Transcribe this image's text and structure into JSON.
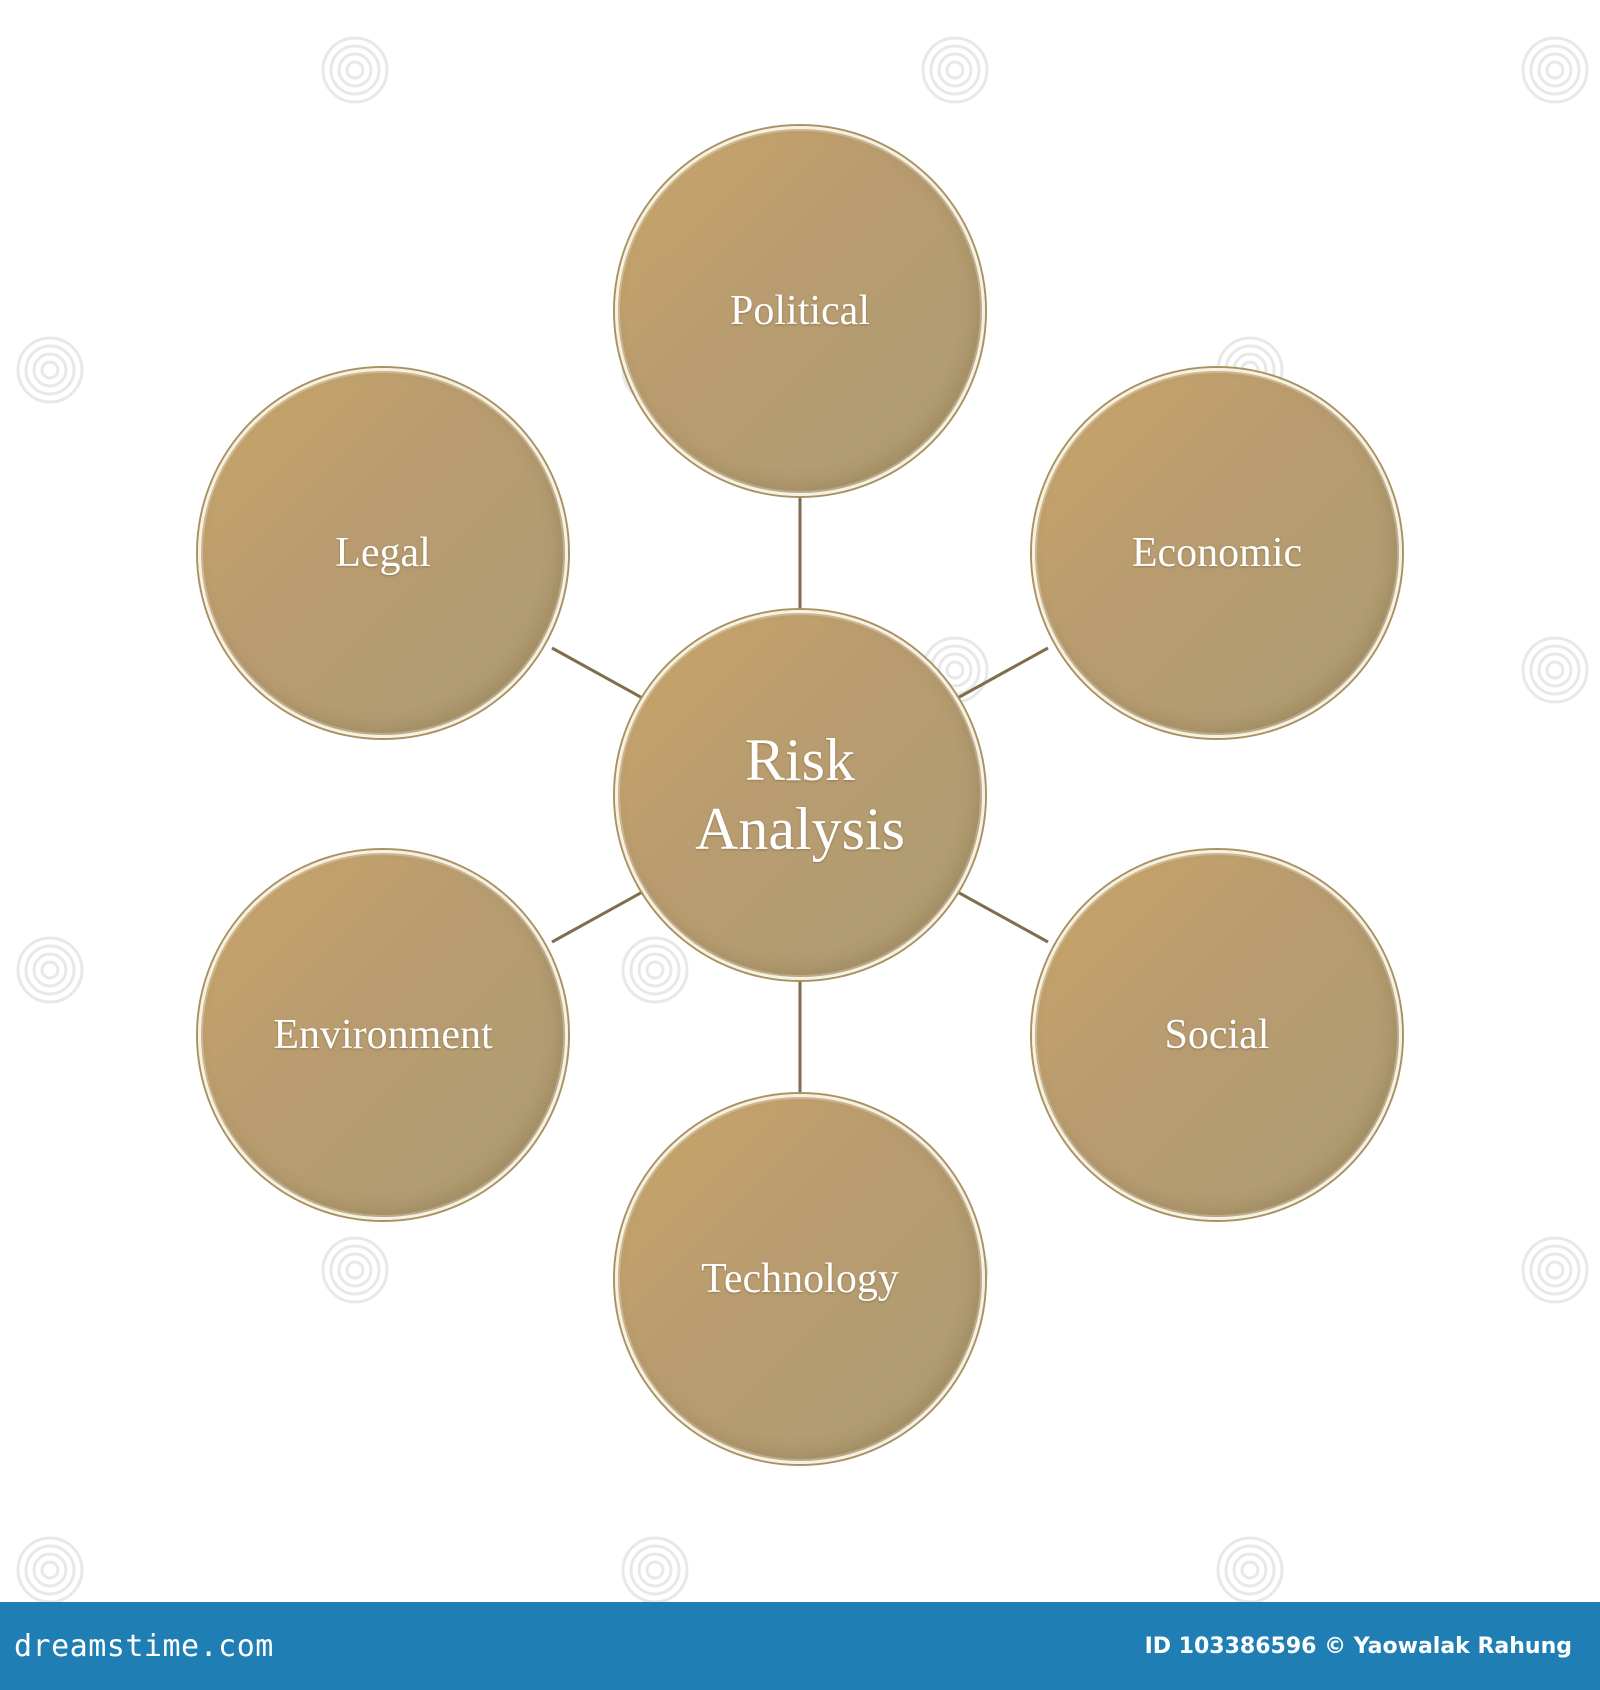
{
  "diagram": {
    "center": {
      "line1": "Risk",
      "line2": "Analysis"
    },
    "nodes": {
      "political": "Political",
      "legal": "Legal",
      "economic": "Economic",
      "environment": "Environment",
      "social": "Social",
      "technology": "Technology"
    },
    "colors": {
      "node_fill": "#b89c70",
      "node_rim": "#f7f1e2",
      "connector": "#7e6e4c",
      "label": "#ffffff"
    }
  },
  "watermark": {
    "text": "dreamstime",
    "icon": "swirl-icon"
  },
  "footer": {
    "brand": "dreamstime.com",
    "credit": "ID 103386596 © Yaowalak Rahung",
    "background": "#1f7fb5"
  }
}
